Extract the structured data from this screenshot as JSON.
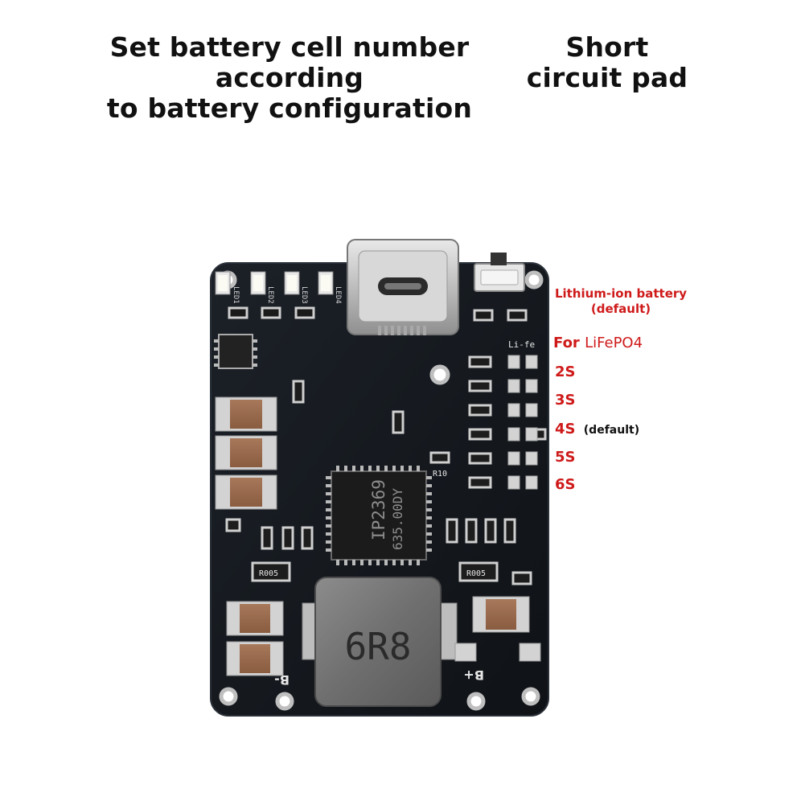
{
  "heading": {
    "left_line1": "Set battery cell number according",
    "left_line2": "to battery configuration",
    "right_line1": "Short",
    "right_line2": "circuit pad"
  },
  "labels": {
    "liion_line1": "Lithium-ion battery",
    "liion_line2": "(default)",
    "for": "For",
    "lifepo4": "LiFePO4",
    "s2": "2S",
    "s3": "3S",
    "s4": "4S",
    "s4_default": "(default)",
    "s5": "5S",
    "s6": "6S"
  },
  "board": {
    "silk_led1": "LED1",
    "silk_led2": "LED2",
    "silk_led3": "LED3",
    "silk_led4": "LED4",
    "chip_line1": "IP2369",
    "chip_line2": "635.00DY",
    "inductor": "6R8",
    "silk_li_fe": "Li-fe",
    "silk_r10": "R10",
    "silk_r005_left": "R005",
    "silk_r005_right": "R005",
    "silk_bminus": "B-",
    "silk_bplus": "B+"
  },
  "colors": {
    "pcb": "#15191f",
    "label_red": "#cf1a1a",
    "capacitor": "#9b6b4c",
    "pad": "#c9c9c9"
  }
}
